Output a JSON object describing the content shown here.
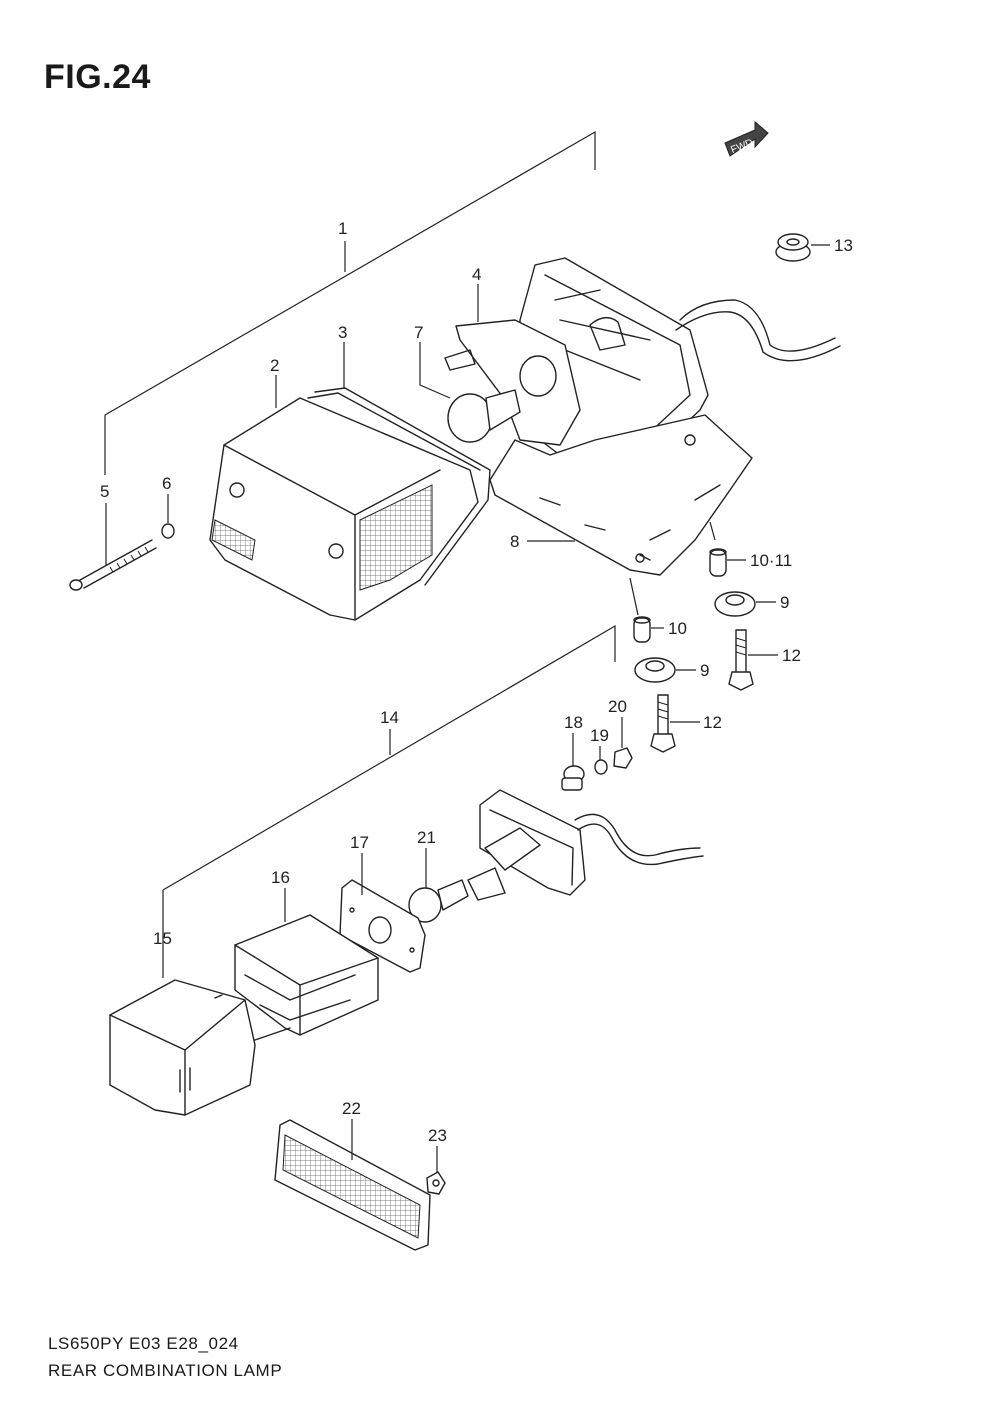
{
  "figure": {
    "title": "FIG.24"
  },
  "fwd_label": "FWD",
  "callouts": [
    "1",
    "2",
    "3",
    "4",
    "5",
    "6",
    "7",
    "8",
    "9",
    "9",
    "10",
    "10·11",
    "12",
    "12",
    "13",
    "14",
    "15",
    "16",
    "17",
    "18",
    "19",
    "20",
    "21",
    "22",
    "23"
  ],
  "footer": {
    "model_code": "LS650PY E03 E28_024",
    "caption": "REAR COMBINATION LAMP"
  }
}
